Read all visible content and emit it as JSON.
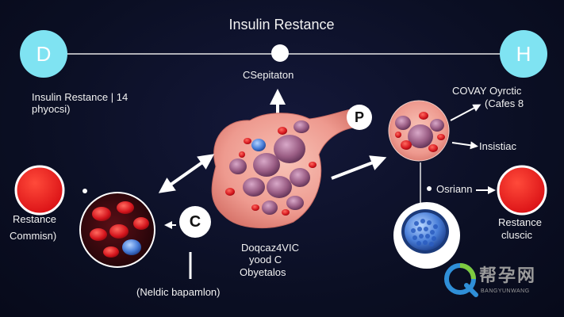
{
  "title": "Insulin Restance",
  "nodes": {
    "d": "D",
    "h": "H",
    "p": "P",
    "c": "C"
  },
  "labels": {
    "top_center": "CSepitaton",
    "top_left_1": "Insulin Restance | 14",
    "top_left_2": "phyocsi)",
    "top_right_1": "COVAY Oyrctic",
    "top_right_2": "(Cafes 8",
    "right_mid": "Insistiac",
    "right_dot": "Osriann",
    "left_1": "Restance",
    "left_2": "Commisn)",
    "right_1": "Restance",
    "right_2": "cluscic",
    "bottom_center_1": "Doqcaz4VIC",
    "bottom_center_2": "yood C",
    "bottom_center_3": "Obyetalos",
    "bottom_left": "(Neldic bapamlon)"
  },
  "watermark": {
    "cn": "帮孕网",
    "en": "BANGYUNWANG"
  },
  "colors": {
    "background": "#0b0f24",
    "cyan_node": "#7fe3f2",
    "red_dot": "#e8131a",
    "tissue_pink": "#f2a59a",
    "cell_purple": "#a46a8a",
    "blood_red": "#d3141c",
    "blue_cell": "#4a7fd9"
  }
}
